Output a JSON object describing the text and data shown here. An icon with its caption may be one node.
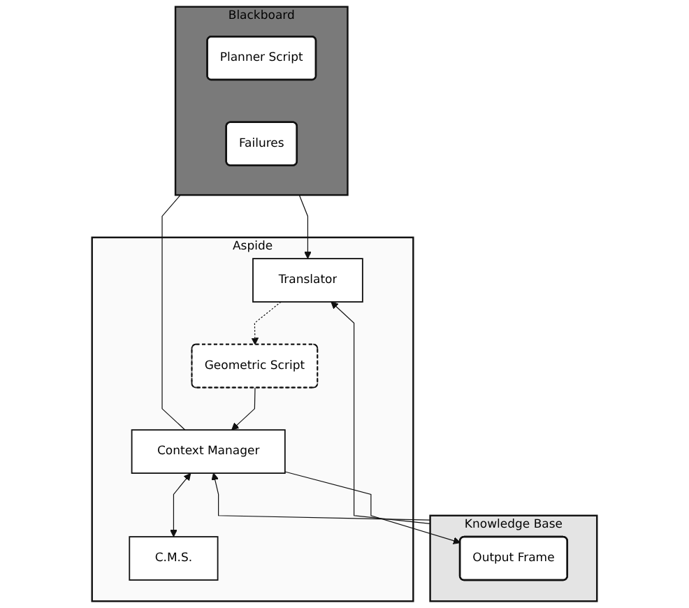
{
  "diagram": {
    "nodes": [
      {
        "text": [
          "Knowledge Base"
        ]
      },
      {
        "text": [
          "Output Frame"
        ],
        "in": 0
      },
      {
        "text": [
          "Aspide"
        ]
      },
      {
        "text": [
          "Translator"
        ],
        "in": 2
      },
      {
        "text": [
          "Geometric Script"
        ],
        "in": 2
      },
      {
        "text": [
          "Context Manager"
        ],
        "in": 2
      },
      {
        "text": [
          "C.M.S."
        ],
        "in": 2
      },
      {
        "text": [
          "Blackboard"
        ]
      },
      {
        "text": [
          "Planner Script"
        ],
        "in": 7
      },
      {
        "text": [
          "Failures"
        ],
        "in": 7
      }
    ],
    "edges": [
      {
        "from": 0,
        "to": 3,
        "arrow": "to"
      },
      {
        "from": 0,
        "to": 5,
        "arrow": "to"
      },
      {
        "from": 5,
        "to": 1,
        "arrow": "to"
      },
      {
        "from": 3,
        "to": 4,
        "arrow": "to",
        "style": "dashed"
      },
      {
        "from": 4,
        "to": 5,
        "arrow": "to"
      },
      {
        "from": 5,
        "to": 6,
        "arrow": "both"
      },
      {
        "from": 7,
        "to": 3,
        "arrow": "to"
      },
      {
        "from": 5,
        "to": 7,
        "arrow": "none"
      }
    ]
  }
}
